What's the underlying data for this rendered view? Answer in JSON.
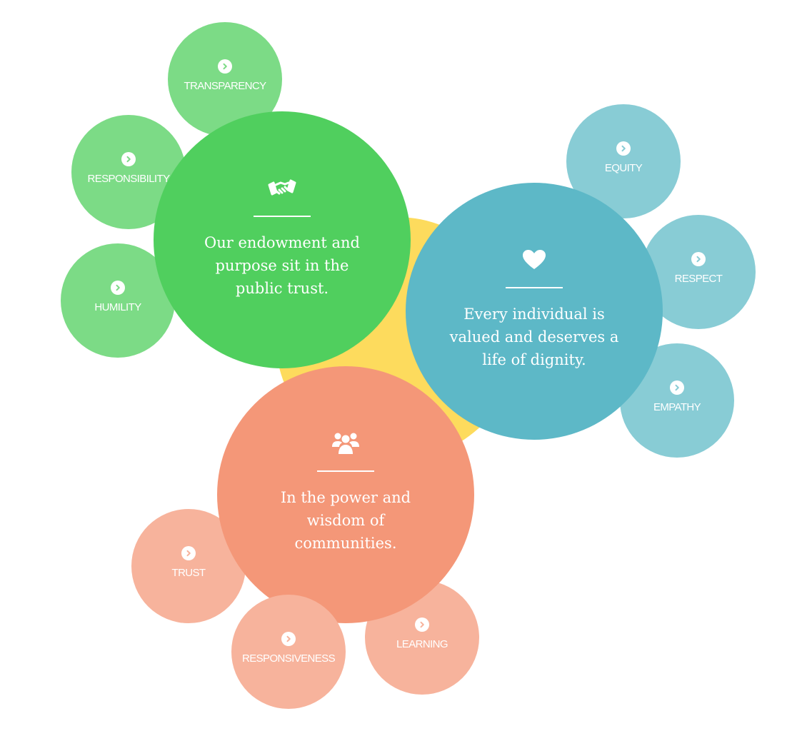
{
  "colors": {
    "hub": "#fddb5d",
    "green_big": "#50cf5e",
    "green_small": "#7cdb86",
    "teal_big": "#5db8c7",
    "teal_small": "#88ccd5",
    "coral_big": "#f49778",
    "coral_small": "#f7b39c"
  },
  "clusters": {
    "trust": {
      "icon": "handshake-icon",
      "statement": "Our endowment and purpose sit in the public trust.",
      "values": [
        "TRANSPARENCY",
        "RESPONSIBILITY",
        "HUMILITY"
      ]
    },
    "dignity": {
      "icon": "heart-icon",
      "statement": "Every individual is valued and deserves a life of dignity.",
      "values": [
        "EQUITY",
        "RESPECT",
        "EMPATHY"
      ]
    },
    "communities": {
      "icon": "people-group-icon",
      "statement": "In the power and wisdom of communities.",
      "values": [
        "TRUST",
        "RESPONSIVENESS",
        "LEARNING"
      ]
    }
  }
}
